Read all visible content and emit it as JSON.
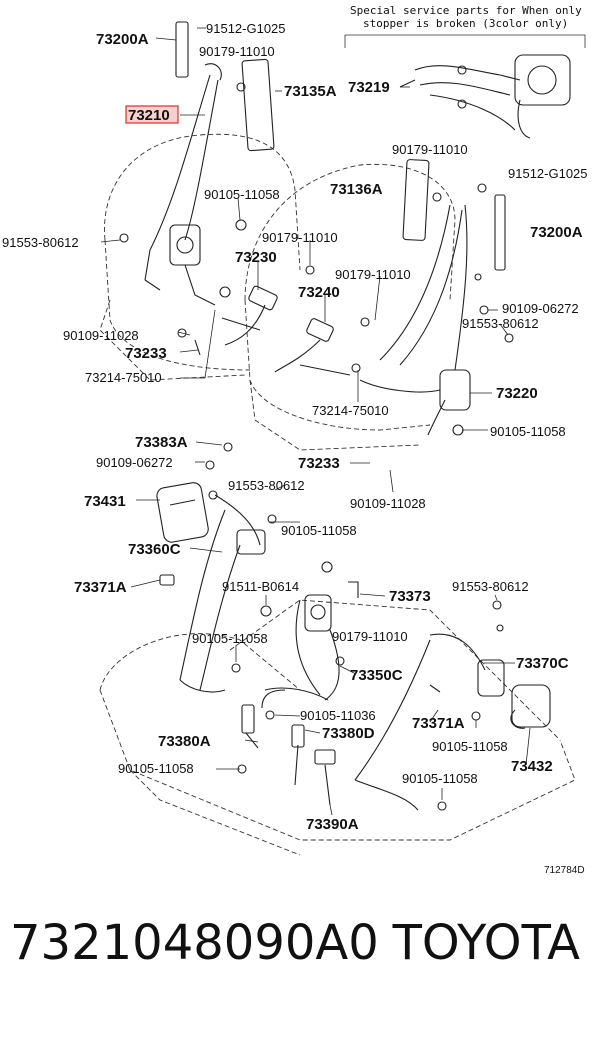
{
  "header_note": {
    "line1": "Special service parts for When only",
    "line2": "stopper is broken (3color only)"
  },
  "labels": {
    "l73200a_top": "73200A",
    "l91512_top": "91512-G1025",
    "l90179_a": "90179-11010",
    "l73210": "73210",
    "l73135a": "73135A",
    "l73219": "73219",
    "l90179_b": "90179-11010",
    "l91512_b": "91512-G1025",
    "l73136a": "73136A",
    "l90105_a": "90105-11058",
    "l73200a_b": "73200A",
    "l91553_a": "91553-80612",
    "l90179_c": "90179-11010",
    "l73230": "73230",
    "l90179_d": "90179-11010",
    "l73240": "73240",
    "l90109_a": "90109-06272",
    "l91553_b": "91553-80612",
    "l90109_b": "90109-11028",
    "l73233_a": "73233",
    "l73214_a": "73214-75010",
    "l73214_b": "73214-75010",
    "l73220": "73220",
    "l90105_b": "90105-11058",
    "l73383a": "73383A",
    "l90109_c": "90109-06272",
    "l73233_b": "73233",
    "l91553_c": "91553-80612",
    "l90109_d": "90109-11028",
    "l73431": "73431",
    "l90105_c": "90105-11058",
    "l73360c": "73360C",
    "l73371a_a": "73371A",
    "l91511": "91511-B0614",
    "l73373": "73373",
    "l91553_d": "91553-80612",
    "l90105_d": "90105-11058",
    "l90179_e": "90179-11010",
    "l73370c": "73370C",
    "l73350c": "73350C",
    "l90105_e": "90105-11036",
    "l73371a_b": "73371A",
    "l73380a": "73380A",
    "l73380d": "73380D",
    "l90105_f": "90105-11058",
    "l73432": "73432",
    "l90105_g": "90105-11058",
    "l90105_h": "90105-11058",
    "l73390a": "73390A",
    "ref": "712784D"
  },
  "highlight_color": "#e23b3b",
  "footer": {
    "part_number": "7321048090A0",
    "brand": "TOYOTA"
  }
}
